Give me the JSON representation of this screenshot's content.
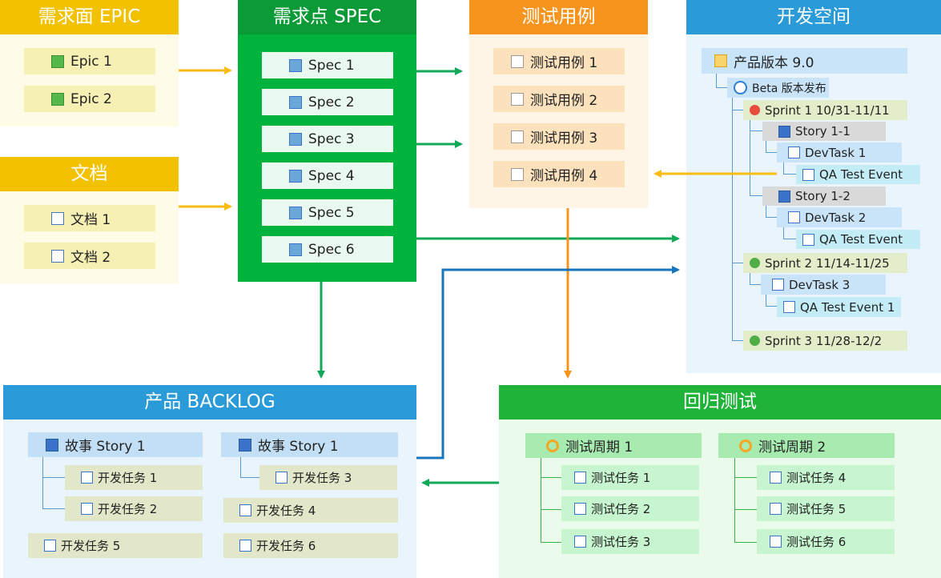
{
  "epic": {
    "title": "需求面 EPIC",
    "items": [
      "Epic 1",
      "Epic 2"
    ]
  },
  "doc": {
    "title": "文档",
    "items": [
      "文档 1",
      "文档 2"
    ]
  },
  "spec": {
    "title": "需求点 SPEC",
    "items": [
      "Spec 1",
      "Spec 2",
      "Spec 3",
      "Spec 4",
      "Spec 5",
      "Spec 6"
    ]
  },
  "testcase": {
    "title": "测试用例",
    "items": [
      "测试用例 1",
      "测试用例 2",
      "测试用例 3",
      "测试用例 4"
    ]
  },
  "devspace": {
    "title": "开发空间",
    "version": "产品版本 9.0",
    "release": "Beta 版本发布",
    "sprint1": "Sprint 1 10/31-11/11",
    "story11": "Story 1-1",
    "devtask1": "DevTask 1",
    "qa1": "QA Test Event",
    "story12": "Story 1-2",
    "devtask2": "DevTask 2",
    "qa2": "QA Test Event",
    "sprint2": "Sprint 2 11/14-11/25",
    "devtask3": "DevTask 3",
    "qa3": "QA Test Event 1",
    "sprint3": "Sprint 3 11/28-12/2"
  },
  "backlog": {
    "title": "产品 BACKLOG",
    "story_a": "故事 Story 1",
    "story_b": "故事 Story 1",
    "tasks": [
      "开发任务 1",
      "开发任务 2",
      "开发任务 3",
      "开发任务 4",
      "开发任务 5",
      "开发任务 6"
    ]
  },
  "regression": {
    "title": "回归测试",
    "cycle1": "测试周期 1",
    "cycle2": "测试周期 2",
    "tasks": [
      "测试任务 1",
      "测试任务 2",
      "测试任务 3",
      "测试任务 4",
      "测试任务 5",
      "测试任务 6"
    ]
  },
  "colors": {
    "epic": "#f2c100",
    "spec": "#0aa53a",
    "testcase": "#f7941d",
    "devspace": "#2a9ad8",
    "backlog": "#2a9ad8",
    "regression": "#1fb33a",
    "arrow_yellow": "#f9bd16",
    "arrow_green": "#12a85a",
    "arrow_orange": "#f7941d",
    "arrow_blue": "#1775c0"
  }
}
